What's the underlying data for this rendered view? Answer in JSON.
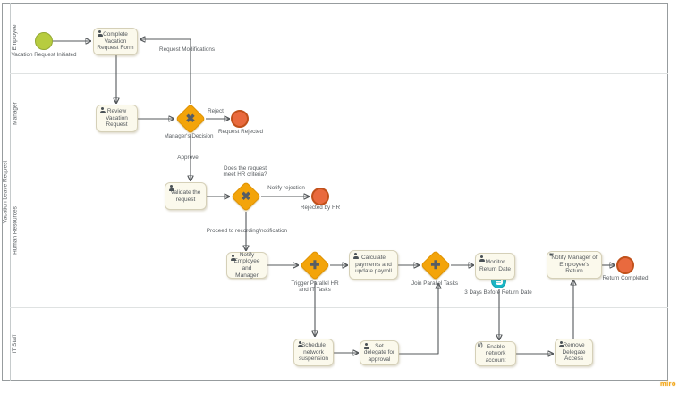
{
  "pool": {
    "label": "Vacation Leave Request"
  },
  "lanes": {
    "employee": "Employee",
    "manager": "Manager",
    "hr": "Human Resources",
    "it": "IT Staff"
  },
  "events": {
    "start": {
      "label": "Vacation Request Initiated",
      "color": "#b7cc3f"
    },
    "request_rejected": {
      "label": "Request Rejected",
      "color": "#e96a3e"
    },
    "rejected_by_hr": {
      "label": "Rejected by HR",
      "color": "#e96a3e"
    },
    "return_completed": {
      "label": "Return Completed",
      "color": "#e96a3e"
    },
    "boundary_timer": {
      "label": "3 Days Before Return Date",
      "color": "#19b5c5"
    }
  },
  "tasks": {
    "complete_vacation_form": "Complete Vacation Request Form",
    "review_vacation_request": "Review Vacation Request",
    "validate_request": "Validate the request",
    "notify_employee_manager": "Notify Employee and Manager",
    "calculate_payments": "Calculate payments and update payroll",
    "monitor_return_date": "Monitor Return Date",
    "notify_manager_return": "Notify Manager of Employee's Return",
    "schedule_network_suspension": "Schedule network suspension",
    "set_delegate_approval": "Set delegate for approval",
    "enable_network_account": "Enable network account",
    "remove_delegate_access": "Remove Delegate Access"
  },
  "gateways": {
    "managers_decision": "Manager's Decision",
    "hr_criteria": "Does the request meet HR criteria?",
    "trigger_parallel": "Trigger Parallel HR and IT Tasks",
    "join_parallel": "Join Parallel Tasks"
  },
  "flow_labels": {
    "request_modifications": "Request Modifications",
    "reject": "Reject",
    "approve": "Approve",
    "notify_rejection": "Notify rejection",
    "proceed": "Proceed to recording/notification"
  },
  "icons": {
    "exclusive_gateway": "✖",
    "parallel_gateway": "✚",
    "script_task": "(/)",
    "manual_task": "☛"
  },
  "watermark": "miro",
  "colors": {
    "task_fill": "#fbf9ec",
    "task_border": "#d5d0b8",
    "gateway_fill": "#f3a40a",
    "start_event": "#b7cc3f",
    "end_event": "#e96a3e",
    "boundary_event": "#19b5c5",
    "flow_line": "#54585b",
    "watermark": "#f2a71b"
  }
}
